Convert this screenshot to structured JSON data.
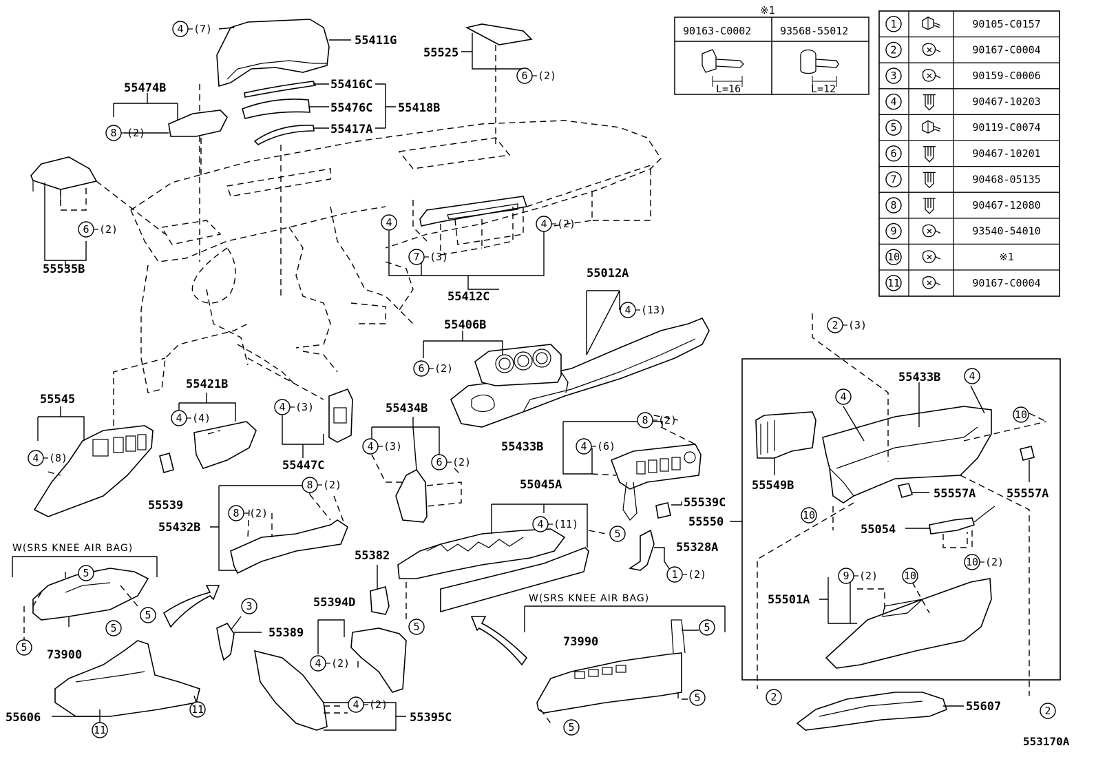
{
  "diagram_id": "553170A",
  "parts": {
    "p55411G": "55411G",
    "p55474B": "55474B",
    "p55416C": "55416C",
    "p55476C": "55476C",
    "p55418B": "55418B",
    "p55417A": "55417A",
    "p55525": "55525",
    "p55535B": "55535B",
    "p55412C": "55412C",
    "p55012A": "55012A",
    "p55406B": "55406B",
    "p55545": "55545",
    "p55421B": "55421B",
    "p55447C": "55447C",
    "p55434B": "55434B",
    "p55433B_mid": "55433B",
    "p55539": "55539",
    "p55539C": "55539C",
    "p55432B": "55432B",
    "p55045A": "55045A",
    "p55328A": "55328A",
    "p55382": "55382",
    "p55394D": "55394D",
    "p55389": "55389",
    "p55395C": "55395C",
    "p73900": "73900",
    "p73990": "73990",
    "p55606": "55606",
    "p55433B_box": "55433B",
    "p55549B": "55549B",
    "p55557A_a": "55557A",
    "p55557A_b": "55557A",
    "p55550": "55550",
    "p55054": "55054",
    "p55501A": "55501A",
    "p55607": "55607"
  },
  "callouts": {
    "c1": {
      "num": "4",
      "qty": "(7)"
    },
    "c2": {
      "num": "8",
      "qty": "(2)"
    },
    "c3": {
      "num": "6",
      "qty": "(2)"
    },
    "c4": {
      "num": "6",
      "qty": "(2)"
    },
    "c5": {
      "num": "4",
      "qty": ""
    },
    "c6": {
      "num": "7",
      "qty": "(3)"
    },
    "c7": {
      "num": "4",
      "qty": "(2)"
    },
    "c8": {
      "num": "4",
      "qty": "(13)"
    },
    "c9": {
      "num": "6",
      "qty": "(2)"
    },
    "c10": {
      "num": "4",
      "qty": "(8)"
    },
    "c11": {
      "num": "4",
      "qty": "(4)"
    },
    "c12": {
      "num": "4",
      "qty": "(3)"
    },
    "c13": {
      "num": "4",
      "qty": "(3)"
    },
    "c14": {
      "num": "6",
      "qty": "(2)"
    },
    "c15": {
      "num": "8",
      "qty": "(2)"
    },
    "c16": {
      "num": "4",
      "qty": "(6)"
    },
    "c17": {
      "num": "8",
      "qty": "(2)"
    },
    "c18": {
      "num": "8",
      "qty": "(2)"
    },
    "c19": {
      "num": "4",
      "qty": "(11)"
    },
    "c20": {
      "num": "5",
      "qty": ""
    },
    "c21": {
      "num": "1",
      "qty": "(2)"
    },
    "c22": {
      "num": "3",
      "qty": ""
    },
    "c23": {
      "num": "5",
      "qty": ""
    },
    "c24": {
      "num": "4",
      "qty": "(2)"
    },
    "c25": {
      "num": "4",
      "qty": "(2)"
    },
    "c26": {
      "num": "5",
      "qty": ""
    },
    "c27": {
      "num": "5",
      "qty": ""
    },
    "c28": {
      "num": "5",
      "qty": ""
    },
    "c29": {
      "num": "5",
      "qty": ""
    },
    "c30": {
      "num": "11",
      "qty": ""
    },
    "c31": {
      "num": "11",
      "qty": ""
    },
    "c32": {
      "num": "5",
      "qty": ""
    },
    "c33": {
      "num": "5",
      "qty": ""
    },
    "c34": {
      "num": "5",
      "qty": ""
    },
    "c35": {
      "num": "2",
      "qty": "(3)"
    },
    "c36": {
      "num": "4",
      "qty": ""
    },
    "c37": {
      "num": "4",
      "qty": ""
    },
    "c38": {
      "num": "10",
      "qty": ""
    },
    "c39": {
      "num": "10",
      "qty": ""
    },
    "c40": {
      "num": "10",
      "qty": "(2)"
    },
    "c41": {
      "num": "9",
      "qty": "(2)"
    },
    "c42": {
      "num": "10",
      "qty": ""
    },
    "c43": {
      "num": "2",
      "qty": ""
    },
    "c44": {
      "num": "2",
      "qty": ""
    }
  },
  "notes": {
    "knee_airbag_left": "W(SRS KNEE AIR BAG)",
    "knee_airbag_right": "W(SRS KNEE AIR BAG)"
  },
  "note_table": {
    "mark": "※1",
    "col1": "90163-C0002",
    "col2": "93568-55012",
    "len1": "L=16",
    "len2": "L=12"
  },
  "fastener_table": [
    {
      "num": "1",
      "part": "90105-C0157",
      "icon": "bolt-icon"
    },
    {
      "num": "2",
      "part": "90167-C0004",
      "icon": "screw-icon"
    },
    {
      "num": "3",
      "part": "90159-C0006",
      "icon": "screw-icon"
    },
    {
      "num": "4",
      "part": "90467-10203",
      "icon": "clip-icon"
    },
    {
      "num": "5",
      "part": "90119-C0074",
      "icon": "bolt-icon"
    },
    {
      "num": "6",
      "part": "90467-10201",
      "icon": "clip-icon"
    },
    {
      "num": "7",
      "part": "90468-05135",
      "icon": "clip-icon"
    },
    {
      "num": "8",
      "part": "90467-12080",
      "icon": "clip-icon"
    },
    {
      "num": "9",
      "part": "93540-54010",
      "icon": "screw-icon"
    },
    {
      "num": "10",
      "part": "※1",
      "icon": "screw-icon"
    },
    {
      "num": "11",
      "part": "90167-C0004",
      "icon": "screw-icon"
    }
  ]
}
